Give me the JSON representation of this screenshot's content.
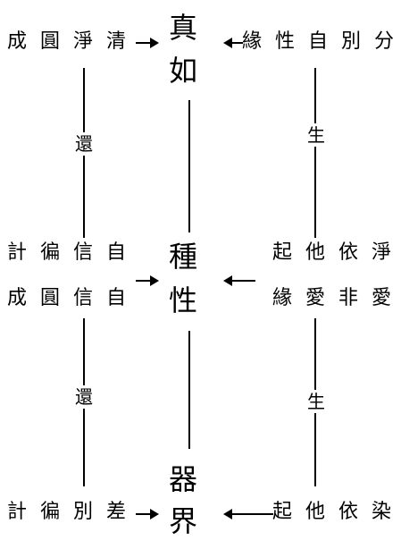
{
  "left": {
    "top": "成圓淨清",
    "mid1": "計徧信自",
    "mid2": "成圓信自",
    "bottom": "計徧別差",
    "link_top": "還",
    "link_bottom": "還"
  },
  "center": {
    "top": [
      "真",
      "如"
    ],
    "middle": [
      "種",
      "性"
    ],
    "bottom": [
      "器",
      "界"
    ]
  },
  "right": {
    "top": "緣性自別分",
    "mid1": "起他依淨",
    "mid2": "緣愛非愛",
    "bottom": "起他依染",
    "link_top": "生",
    "link_bottom": "生"
  }
}
